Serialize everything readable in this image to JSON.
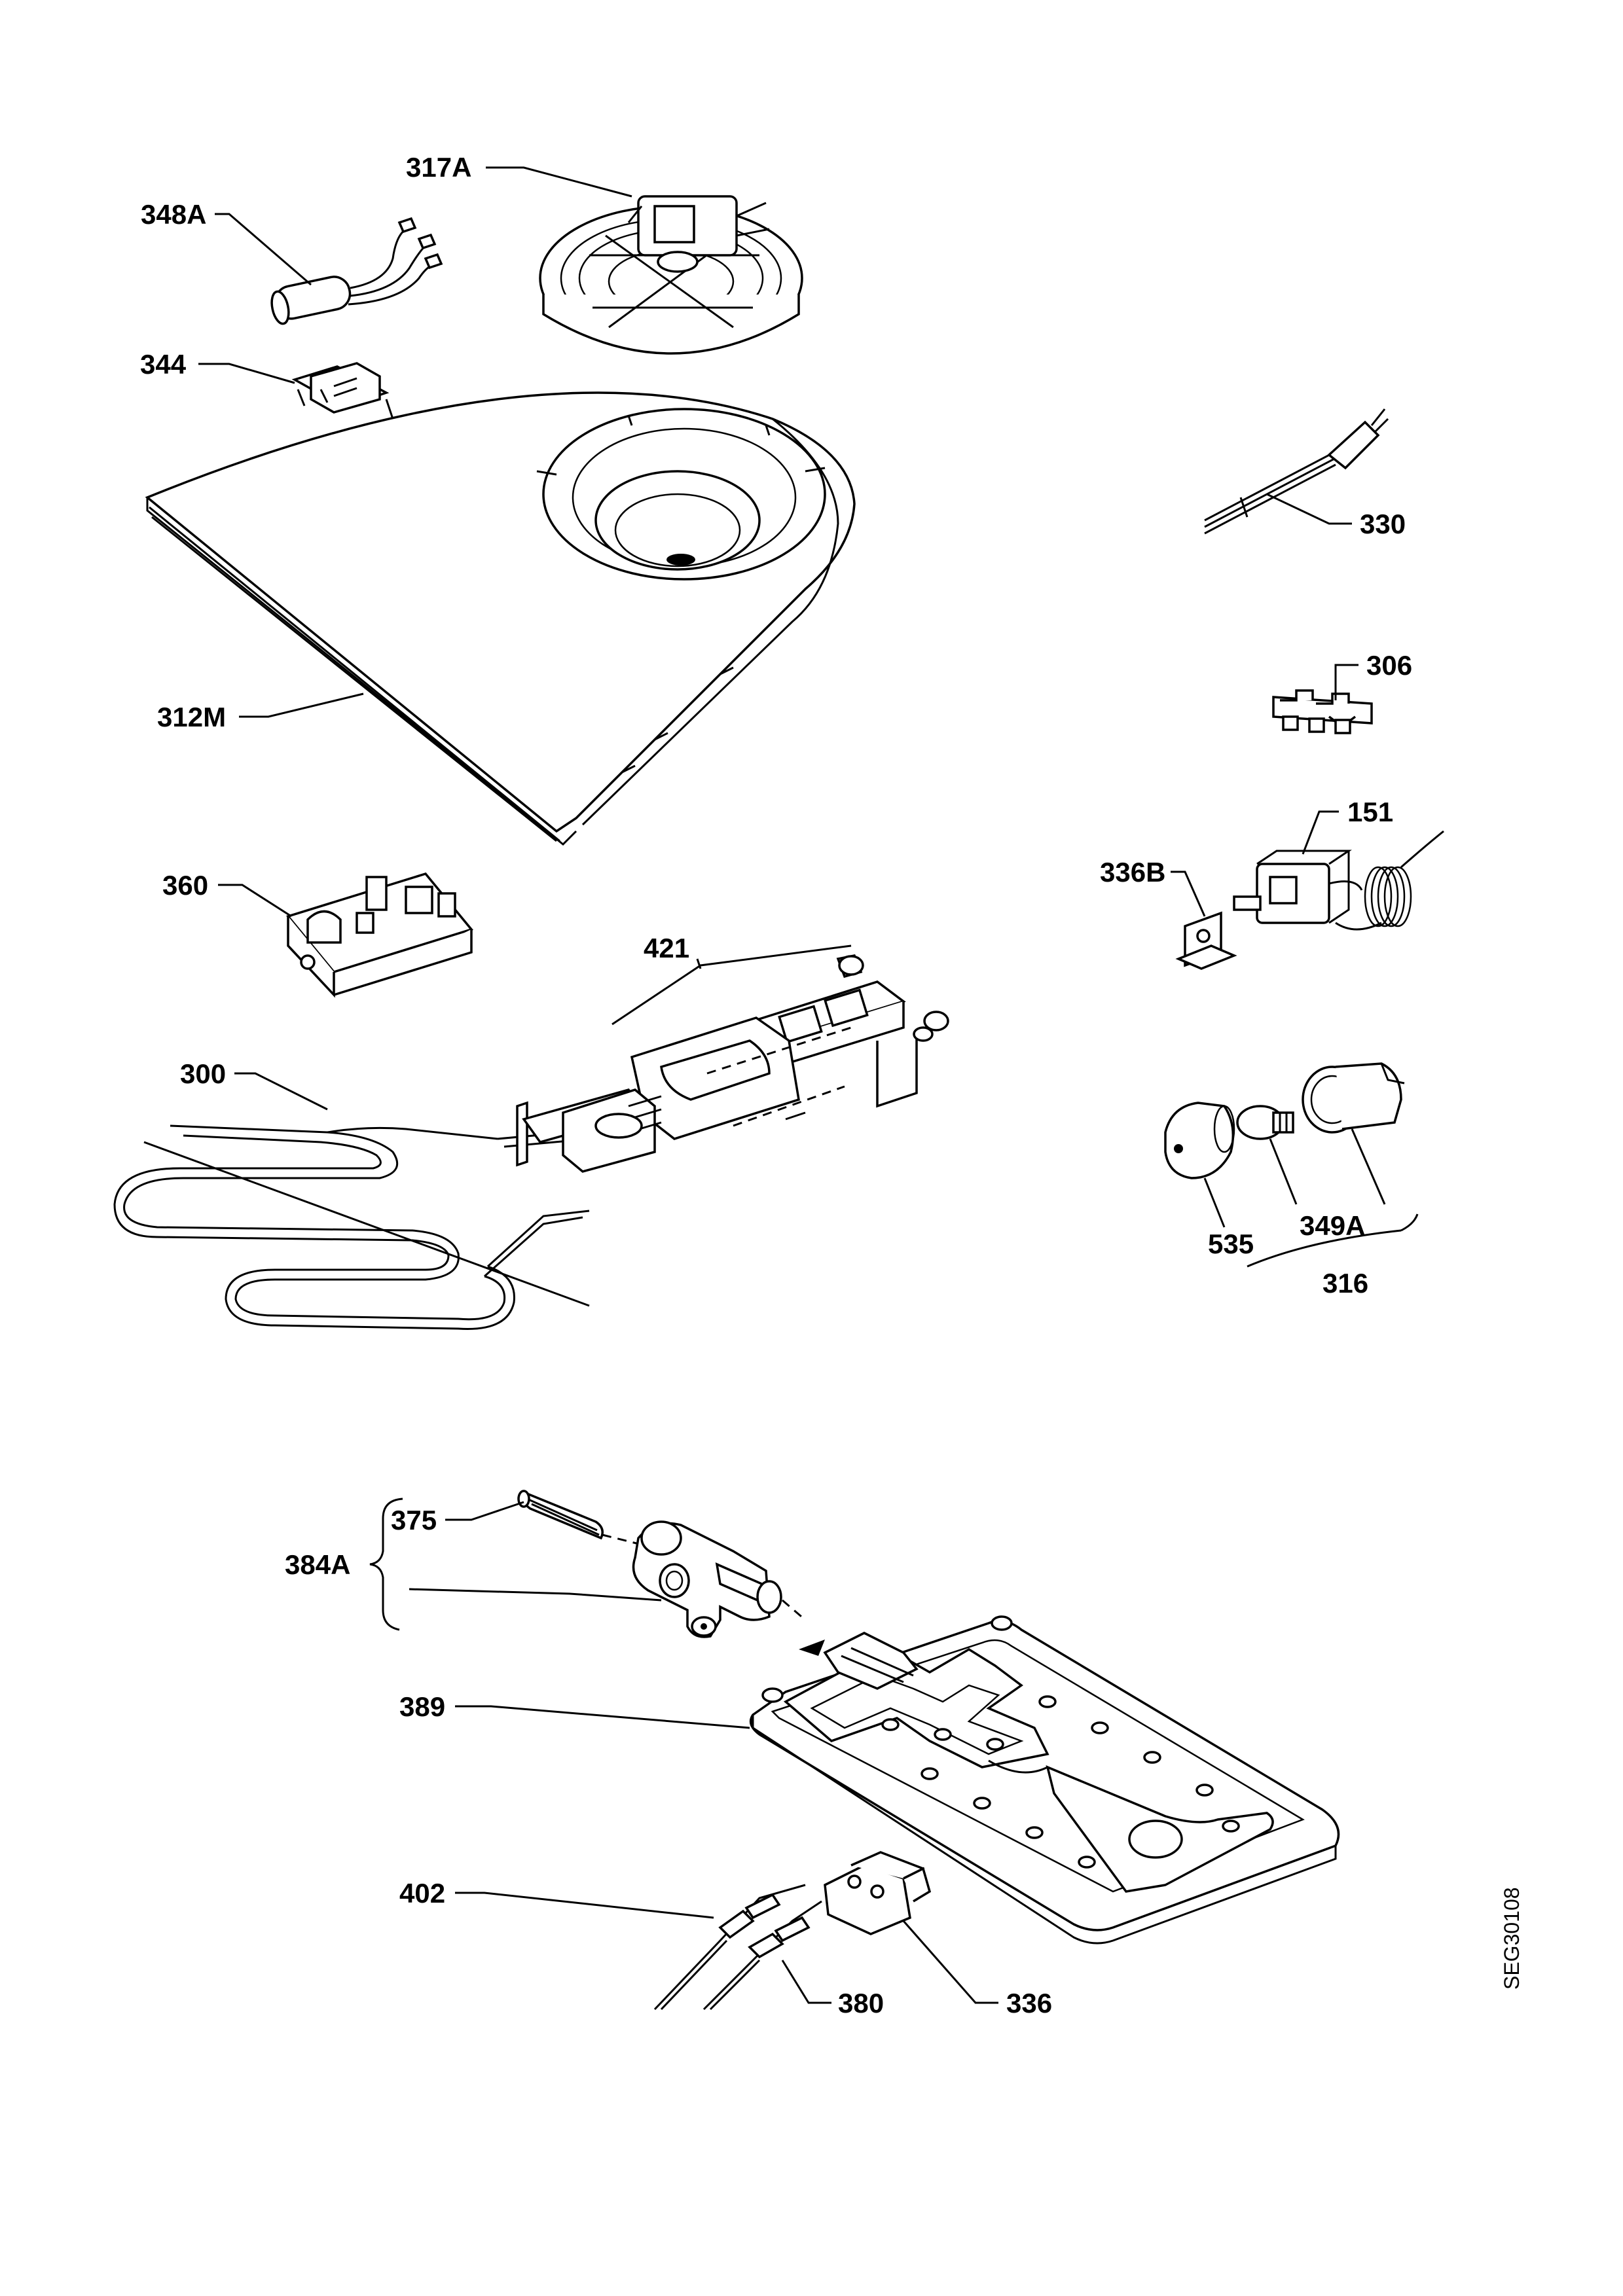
{
  "labels": {
    "p317A": "317A",
    "p348A": "348A",
    "p344": "344",
    "p330": "330",
    "p306": "306",
    "p312M": "312M",
    "p151": "151",
    "p336B": "336B",
    "p360": "360",
    "p421": "421",
    "p300": "300",
    "p535": "535",
    "p349A": "349A",
    "p316": "316",
    "p375": "375",
    "p384A": "384A",
    "p389": "389",
    "p402": "402",
    "p380": "380",
    "p336": "336"
  },
  "drawing_code": "SEG30108"
}
